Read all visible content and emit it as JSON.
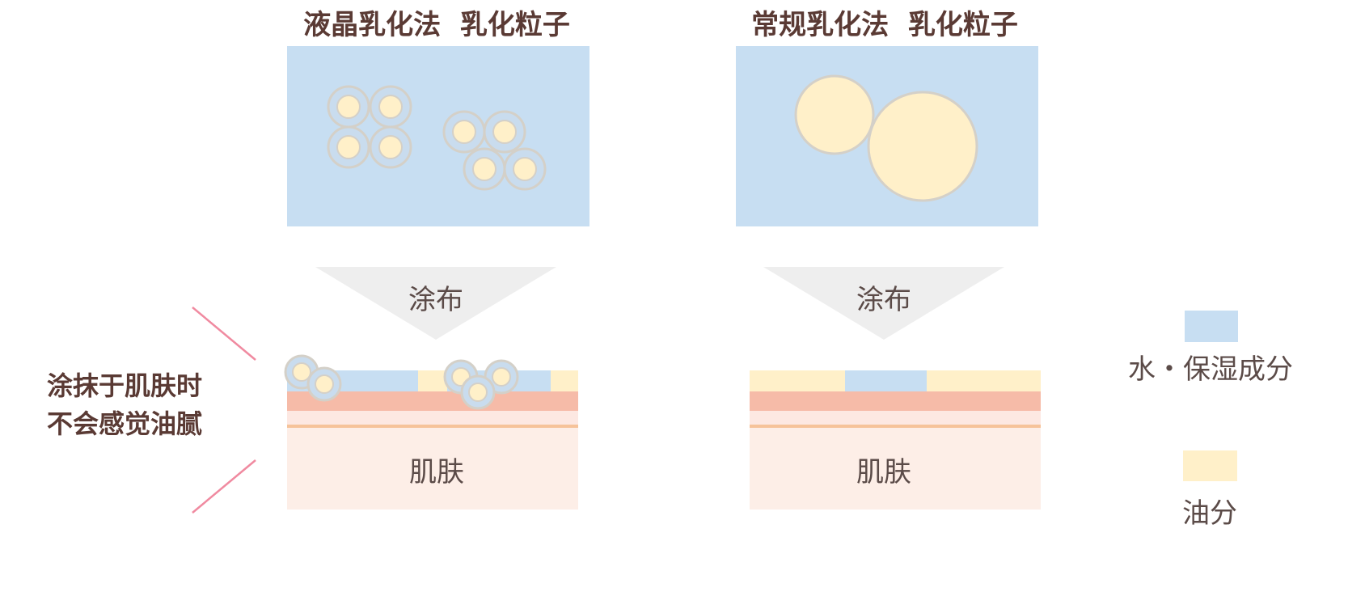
{
  "colors": {
    "water": "#c7def2",
    "oil": "#fff0c9",
    "particle_ring": "#d4d0c8",
    "skin_surface": "#f6bba8",
    "skin_light": "#fde8e2",
    "skin_line": "#f6c39a",
    "skin_body": "#fdeee7",
    "arrow": "#eeeeee",
    "callout_line": "#f08aa0",
    "title_text": "#5a3a34",
    "label_text": "#5b4b48"
  },
  "left_panel": {
    "title": "液晶乳化法  乳化粒子",
    "arrow_label": "涂布",
    "skin_label": "肌肤"
  },
  "right_panel": {
    "title": "常规乳化法  乳化粒子",
    "arrow_label": "涂布",
    "skin_label": "肌肤"
  },
  "callout": {
    "line1": "涂抹于肌肤时",
    "line2": "不会感觉油腻"
  },
  "legend": {
    "water_label": "水・保湿成分",
    "oil_label": "油分"
  }
}
